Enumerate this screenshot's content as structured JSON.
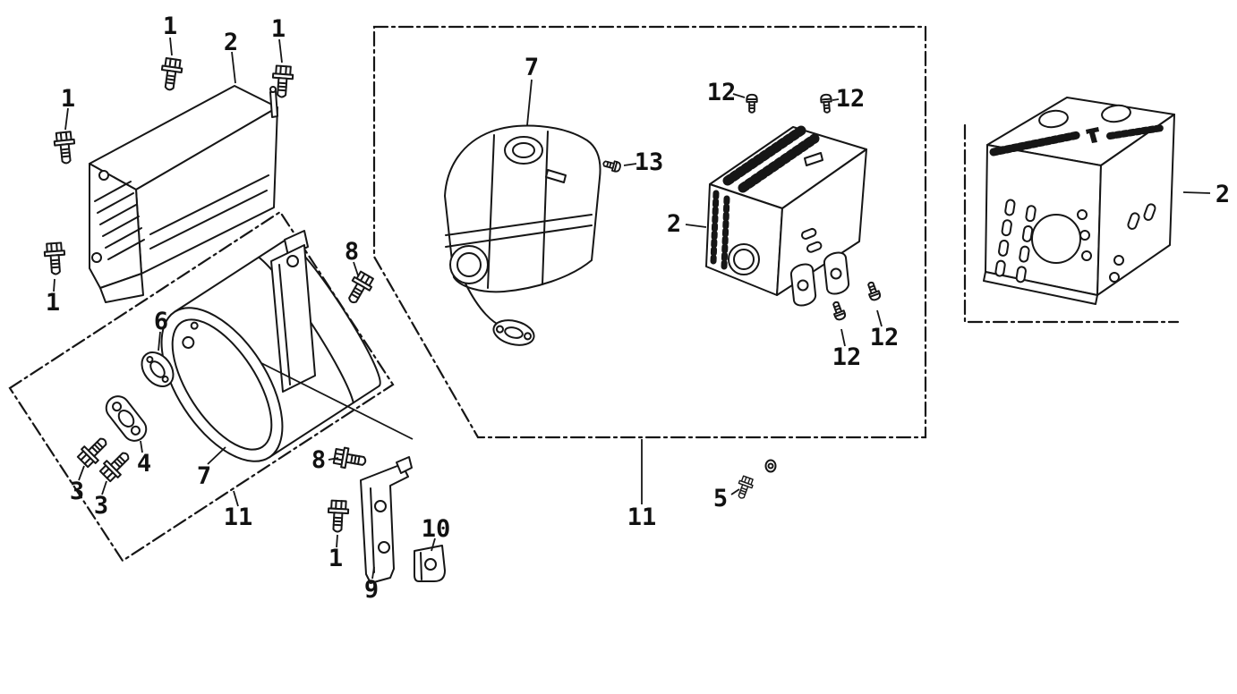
{
  "colors": {
    "line": "#161616",
    "background": "#ffffff"
  },
  "callouts": [
    {
      "id": "1a",
      "label": "1"
    },
    {
      "id": "2a",
      "label": "2"
    },
    {
      "id": "1b",
      "label": "1"
    },
    {
      "id": "1c",
      "label": "1"
    },
    {
      "id": "1d",
      "label": "1"
    },
    {
      "id": "8a",
      "label": "8"
    },
    {
      "id": "6",
      "label": "6"
    },
    {
      "id": "4",
      "label": "4"
    },
    {
      "id": "3a",
      "label": "3"
    },
    {
      "id": "3b",
      "label": "3"
    },
    {
      "id": "7a",
      "label": "7"
    },
    {
      "id": "11a",
      "label": "11"
    },
    {
      "id": "8b",
      "label": "8"
    },
    {
      "id": "1e",
      "label": "1"
    },
    {
      "id": "9",
      "label": "9"
    },
    {
      "id": "10",
      "label": "10"
    },
    {
      "id": "7b",
      "label": "7"
    },
    {
      "id": "13",
      "label": "13"
    },
    {
      "id": "12a",
      "label": "12"
    },
    {
      "id": "12b",
      "label": "12"
    },
    {
      "id": "2b",
      "label": "2"
    },
    {
      "id": "12c",
      "label": "12"
    },
    {
      "id": "12d",
      "label": "12"
    },
    {
      "id": "11b",
      "label": "11"
    },
    {
      "id": "5",
      "label": "5"
    },
    {
      "id": "2c",
      "label": "2"
    }
  ]
}
